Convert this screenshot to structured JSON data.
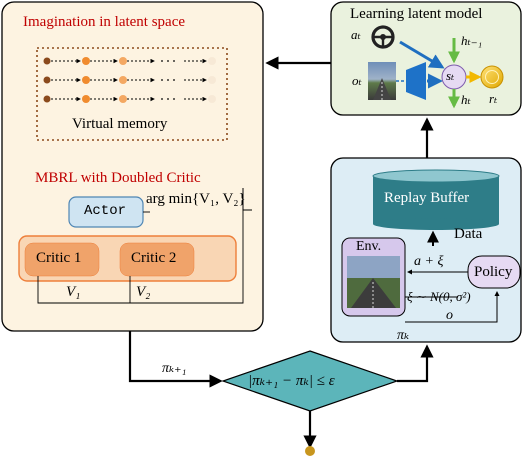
{
  "left_panel": {
    "title": "Imagination in latent space",
    "memory_label": "Virtual memory",
    "mbrl_title": "MBRL with Doubled Critic",
    "actor_label": "Actor",
    "argmin_label": "arg min{V₁, V₂}",
    "critic1_label": "Critic 1",
    "critic2_label": "Critic 2",
    "v1_label": "V₁",
    "v2_label": "V₂"
  },
  "top_right_panel": {
    "title": "Learning latent model",
    "a_label": "aₜ",
    "o_label": "oₜ",
    "h_prev_label": "hₜ₋₁",
    "s_label": "sₜ",
    "h_label": "hₜ",
    "r_label": "rₜ"
  },
  "bottom_right_panel": {
    "buffer_label": "Replay Buffer",
    "data_label": "Data",
    "env_label": "Env.",
    "policy_label": "Policy",
    "action_label": "a + ξ",
    "noise_label": "ξ ∼ N(0, σ²)",
    "obs_label": "o",
    "pi_k_label": "πₖ"
  },
  "decision": {
    "condition": "|πₖ₊₁ − πₖ| ≤ ε",
    "pi_next_label": "πₖ₊₁"
  },
  "colors": {
    "left_panel_fill": "#FDF3E1",
    "top_right_fill": "#EAF2DE",
    "bottom_right_fill": "#DDEDF5",
    "cylinder_fill": "#2E7D88",
    "diamond_fill": "#5CB5BA",
    "critic_fill": "#F0A36A",
    "env_fill": "#D6C8EC",
    "title_red": "#C00000",
    "arrow_blue": "#1F6FC0",
    "arrow_green": "#66BB44",
    "node_orange": "#F08B2E",
    "node_brown": "#8B4A1C",
    "end_dot": "#C8961E"
  }
}
